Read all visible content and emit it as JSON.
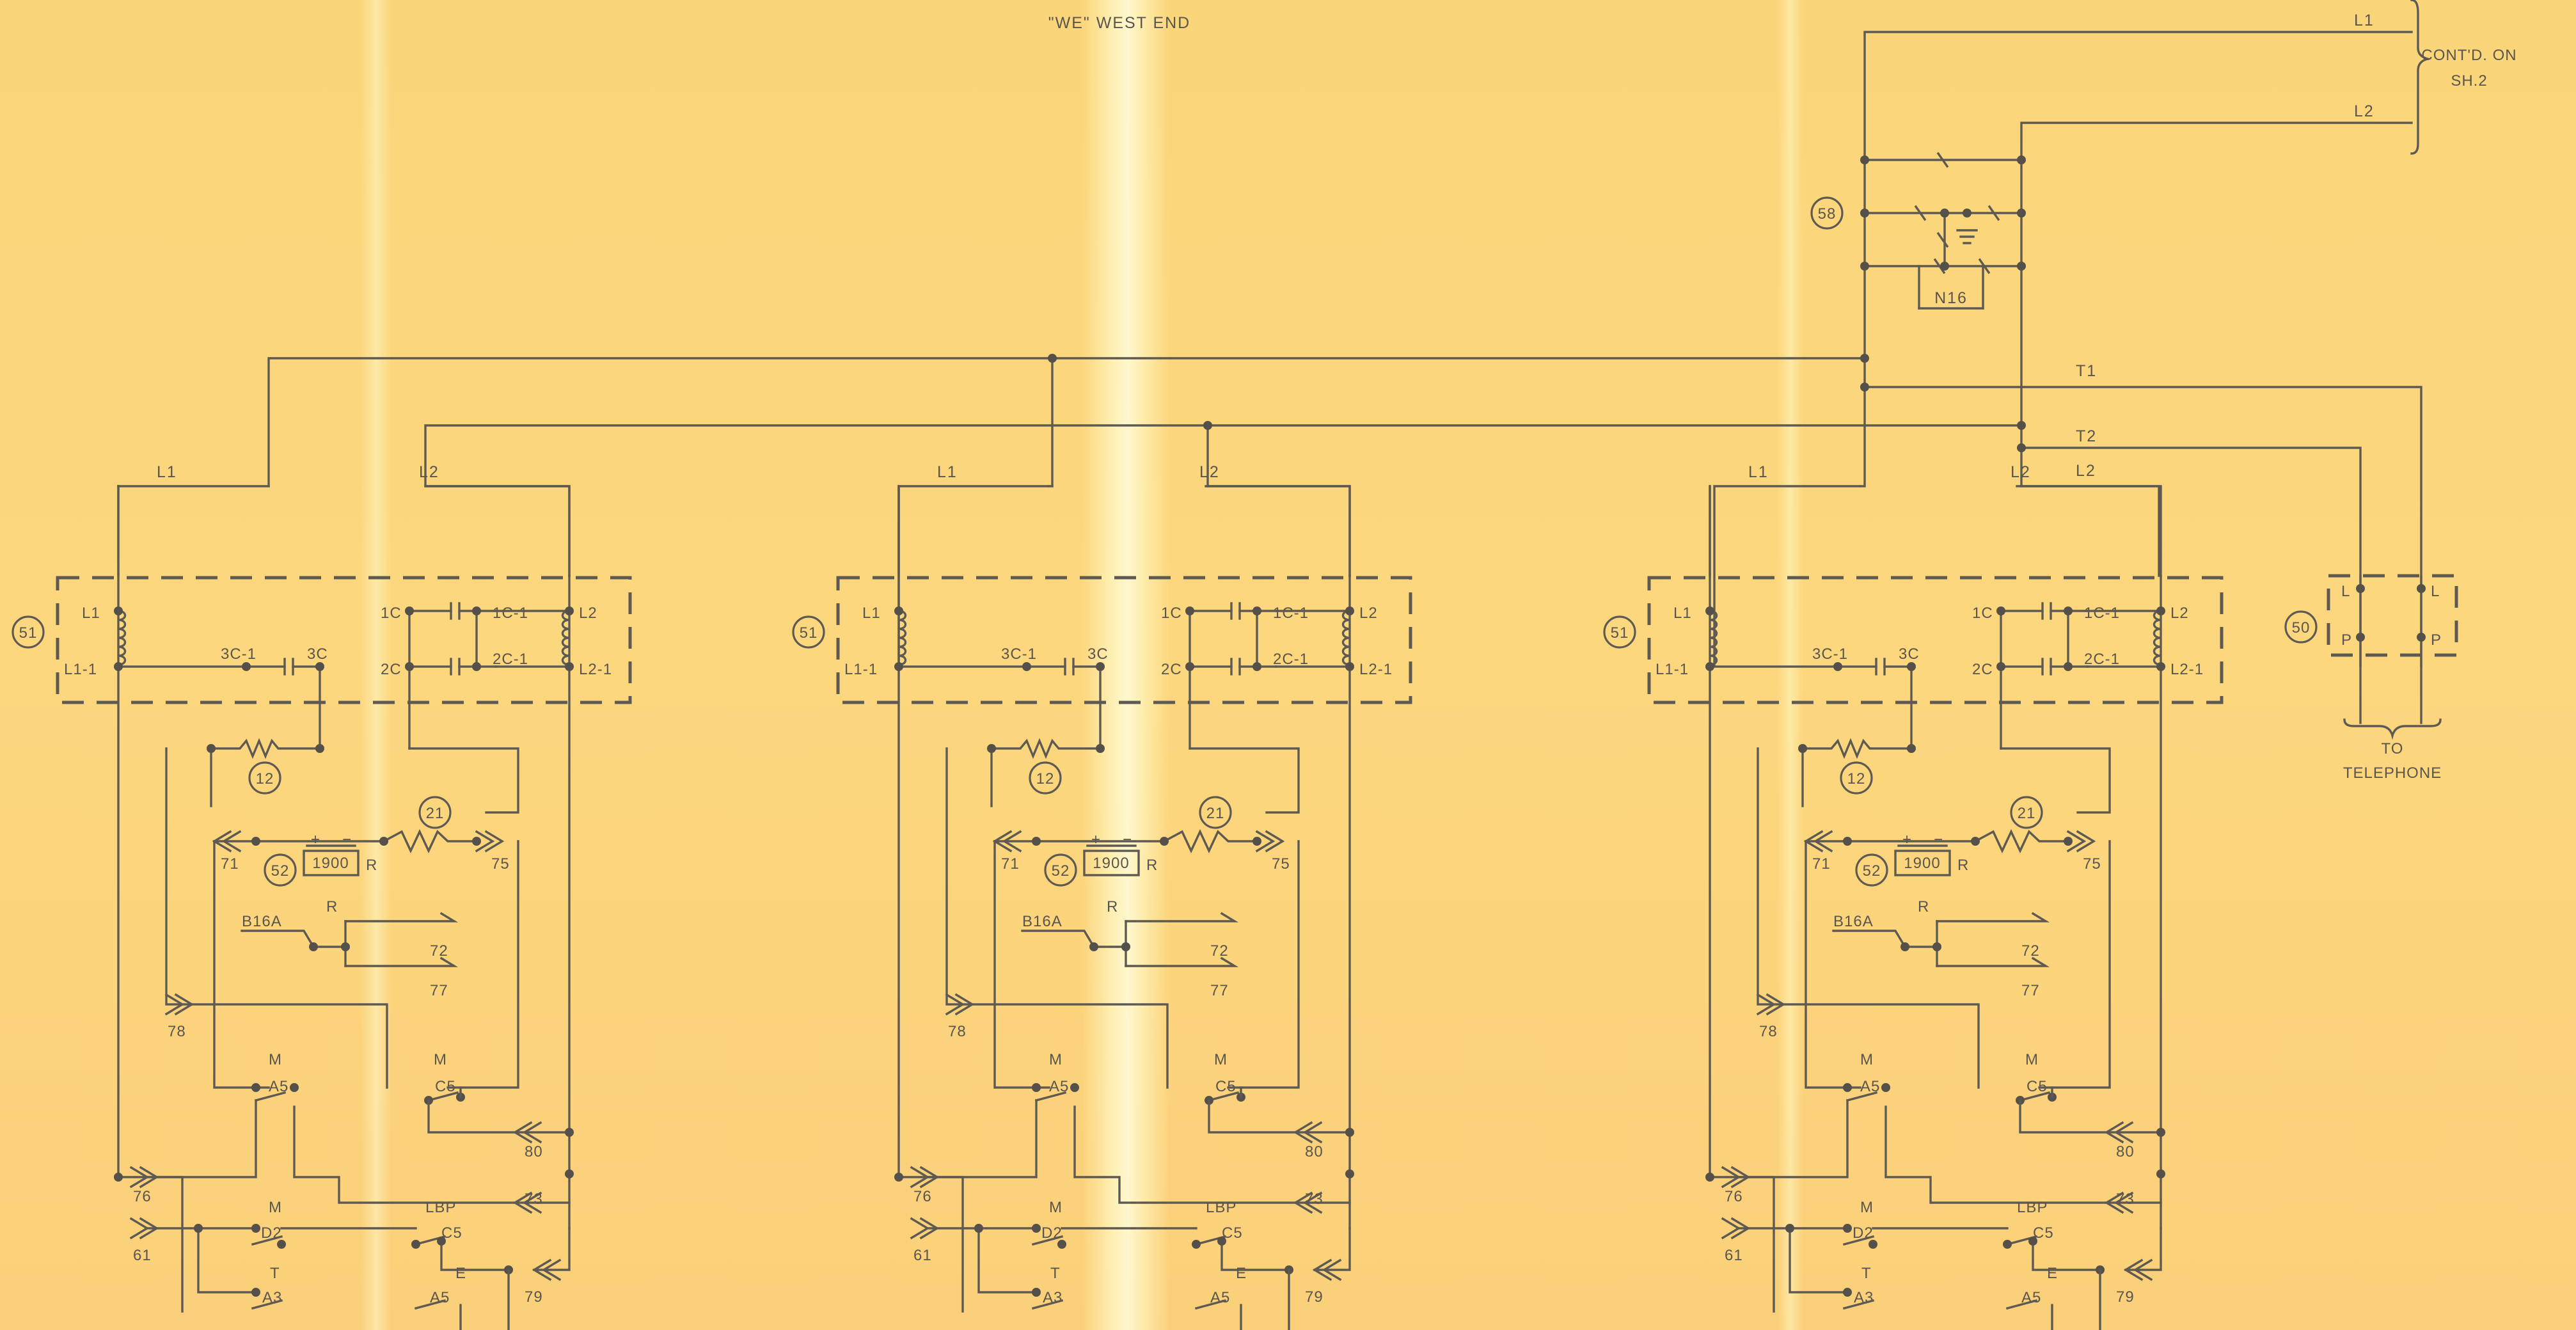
{
  "title": "\"WE\" WEST END",
  "continuation": {
    "lines": [
      "L1",
      "L2"
    ],
    "note_line1": "CONT'D. ON",
    "note_line2": "SH.2"
  },
  "top_panel": {
    "ref": "58",
    "component": "N16",
    "lines": [
      "T1",
      "T2",
      "L2"
    ]
  },
  "telephone_jack": {
    "ref": "50",
    "terminals": [
      "L",
      "P",
      "L",
      "P"
    ],
    "label_line1": "TO",
    "label_line2": "TELEPHONE"
  },
  "units": [
    {
      "line_labels": [
        "L1",
        "L2"
      ],
      "transformer_ref": "51",
      "transformer_terminals": [
        "L1",
        "L1-1",
        "3C-1",
        "3C",
        "1C",
        "1C-1",
        "2C",
        "2C-1",
        "L2",
        "L2-1"
      ],
      "resistor_ref": "12",
      "relay_ref": "21",
      "meter_ref": "52",
      "meter_value": "1900",
      "meter_polarity": [
        "+",
        "−"
      ],
      "meter_terminal": "R",
      "connectors": [
        "71",
        "75",
        "72",
        "77",
        "78",
        "80",
        "73",
        "76",
        "61",
        "79"
      ],
      "relay_label": "B16A",
      "relay_coil": "R",
      "contacts": [
        "M",
        "A5",
        "M",
        "C5",
        "M",
        "D2",
        "LBP",
        "C5",
        "T",
        "A3",
        "E",
        "A5"
      ]
    },
    {
      "line_labels": [
        "L1",
        "L2"
      ],
      "transformer_ref": "51",
      "transformer_terminals": [
        "L1",
        "L1-1",
        "3C-1",
        "3C",
        "1C",
        "1C-1",
        "2C",
        "2C-1",
        "L2",
        "L2-1"
      ],
      "resistor_ref": "12",
      "relay_ref": "21",
      "meter_ref": "52",
      "meter_value": "1900",
      "meter_polarity": [
        "+",
        "−"
      ],
      "meter_terminal": "R",
      "connectors": [
        "71",
        "75",
        "72",
        "77",
        "78",
        "80",
        "73",
        "76",
        "61",
        "79"
      ],
      "relay_label": "B16A",
      "relay_coil": "R",
      "contacts": [
        "M",
        "A5",
        "M",
        "C5",
        "M",
        "D2",
        "LBP",
        "C5",
        "T",
        "A3",
        "E",
        "A5"
      ]
    },
    {
      "line_labels": [
        "L1",
        "L2"
      ],
      "transformer_ref": "51",
      "transformer_terminals": [
        "L1",
        "L1-1",
        "3C-1",
        "3C",
        "1C",
        "1C-1",
        "2C",
        "2C-1",
        "L2",
        "L2-1"
      ],
      "resistor_ref": "12",
      "relay_ref": "21",
      "meter_ref": "52",
      "meter_value": "1900",
      "meter_polarity": [
        "+",
        "−"
      ],
      "meter_terminal": "R",
      "connectors": [
        "71",
        "75",
        "72",
        "77",
        "78",
        "80",
        "73",
        "76",
        "61",
        "79"
      ],
      "relay_label": "B16A",
      "relay_coil": "R",
      "contacts": [
        "M",
        "A5",
        "M",
        "C5",
        "M",
        "D2",
        "LBP",
        "C5",
        "T",
        "A3",
        "E",
        "A5"
      ]
    }
  ]
}
